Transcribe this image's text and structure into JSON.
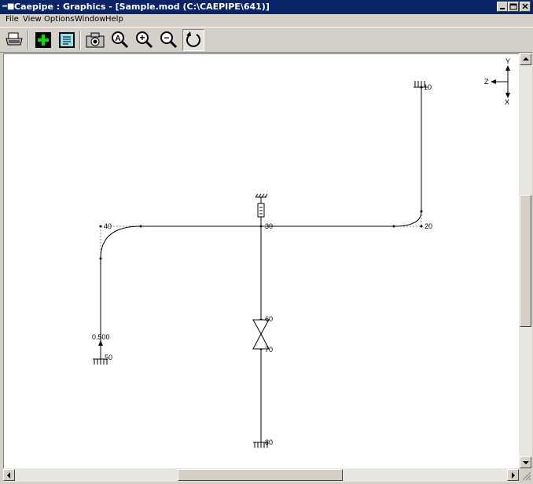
{
  "window": {
    "title": "Caepipe : Graphics - [Sample.mod (C:\\CAEPIPE\\641)]",
    "app_icon": "caepipe-app-icon",
    "buttons": [
      "minimize-icon",
      "restore-icon",
      "close-icon"
    ]
  },
  "menu": [
    {
      "label": "File"
    },
    {
      "label": "View"
    },
    {
      "label": "Options"
    },
    {
      "label": "Window"
    },
    {
      "label": "Help"
    }
  ],
  "toolbar": [
    {
      "name": "print-icon"
    },
    {
      "name": "add-icon"
    },
    {
      "name": "list-icon"
    },
    {
      "name": "camera-icon"
    },
    {
      "name": "zoom-all-icon",
      "glyph": "A"
    },
    {
      "name": "zoom-in-icon",
      "glyph": "+"
    },
    {
      "name": "zoom-out-icon",
      "glyph": "−"
    },
    {
      "name": "rotate-icon",
      "active": true
    }
  ],
  "axes": {
    "y": "Y",
    "z": "Z",
    "x": "X"
  },
  "nodes": {
    "n10": "10",
    "n20": "20",
    "n30": "30",
    "n40": "40",
    "n50": "50",
    "n60": "60",
    "n70": "70",
    "n80": "80"
  },
  "annotation": "0.500",
  "colors": {
    "titlebar": "#0a246a",
    "chrome": "#d4d0c8",
    "canvas": "#ffffff"
  }
}
